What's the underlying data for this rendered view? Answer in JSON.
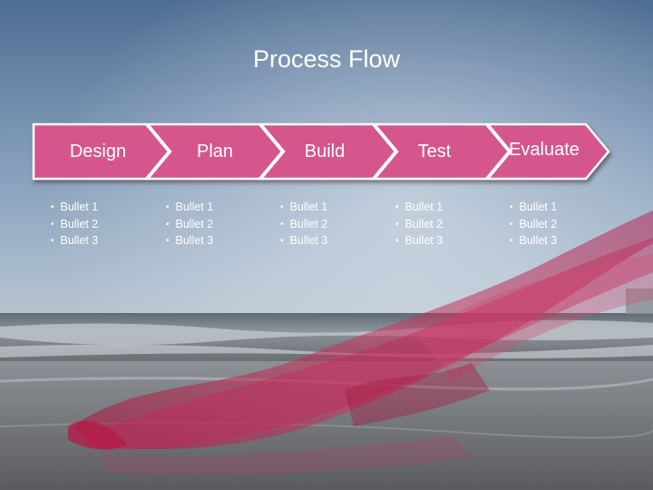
{
  "slide": {
    "title": "Process Flow",
    "steps": [
      {
        "label": "Design",
        "bullets": [
          "Bullet 1",
          "Bullet 2",
          "Bullet 3"
        ]
      },
      {
        "label": "Plan",
        "bullets": [
          "Bullet 1",
          "Bullet 2",
          "Bullet 3"
        ]
      },
      {
        "label": "Build",
        "bullets": [
          "Bullet 1",
          "Bullet 2",
          "Bullet 3"
        ]
      },
      {
        "label": "Test",
        "bullets": [
          "Bullet 1",
          "Bullet 2",
          "Bullet 3"
        ]
      },
      {
        "label": "Evaluate",
        "bullets": [
          "Bullet 1",
          "Bullet 2",
          "Bullet 3"
        ]
      }
    ]
  },
  "colors": {
    "chevron_fill": "#d4568c",
    "chevron_stroke": "#ffffff",
    "chevron_shadow": "#4a2a3a",
    "text": "#ffffff",
    "fabric": "#c21e4f"
  }
}
